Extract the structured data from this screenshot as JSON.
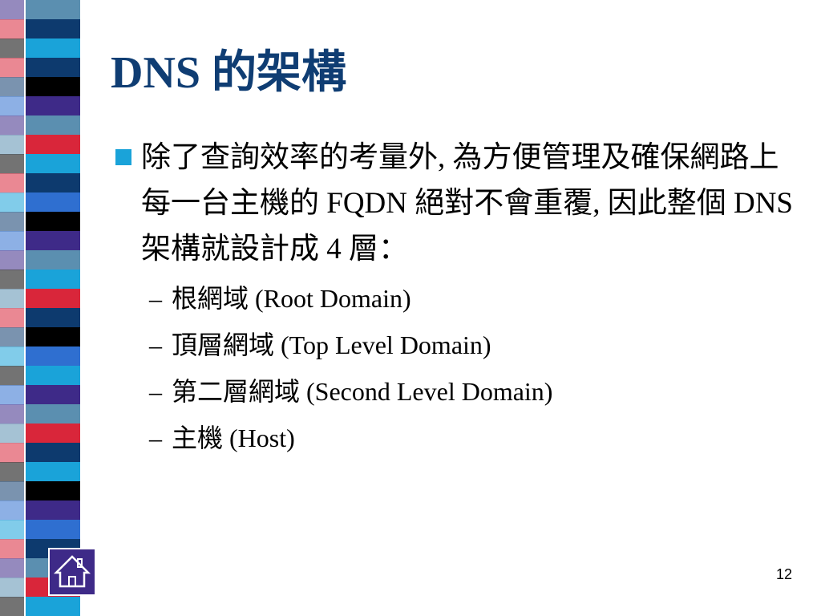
{
  "slide": {
    "title": "DNS 的架構",
    "bullet": {
      "text": "除了查詢效率的考量外, 為方便管理及確保網路上每一台主機的 FQDN 絕對不會重覆, 因此整個 DNS 架構就設計成 4 層："
    },
    "sub_items": [
      {
        "dash": "–",
        "text": "根網域 (Root Domain)"
      },
      {
        "dash": "–",
        "text": "頂層網域 (Top Level Domain)"
      },
      {
        "dash": "–",
        "text": "第二層網域 (Second Level Domain)"
      },
      {
        "dash": "–",
        "text": "主機 (Host)"
      }
    ],
    "page_number": "12",
    "home_icon": "home-icon"
  },
  "colors": {
    "title": "#0f3d73",
    "bullet_marker": "#1aa3d9",
    "home_button_bg": "#3e2a88",
    "stripes": [
      "#5b8fb0",
      "#0d3a6e",
      "#1aa3d9",
      "#3e2a88",
      "#d9263a",
      "#000000",
      "#2f6fd0"
    ]
  }
}
